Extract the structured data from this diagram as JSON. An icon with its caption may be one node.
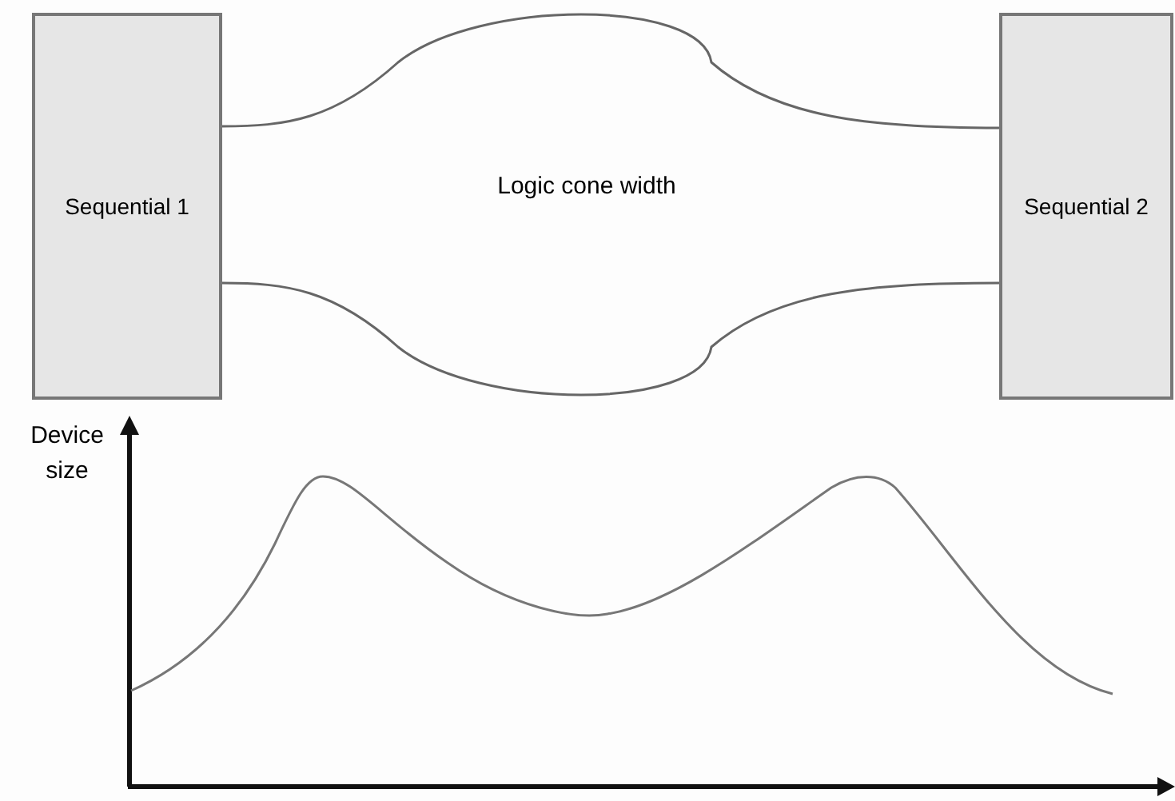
{
  "diagram": {
    "nodes": [
      {
        "text": [
          "Sequential 1"
        ]
      },
      {
        "text": [
          "Sequential 2"
        ]
      }
    ],
    "edges": [
      {
        "from": 0,
        "to": 1,
        "arrow": "none"
      },
      {
        "from": 0,
        "to": 1,
        "arrow": "none"
      }
    ],
    "labels": [
      "Logic cone width",
      "Device size"
    ]
  }
}
